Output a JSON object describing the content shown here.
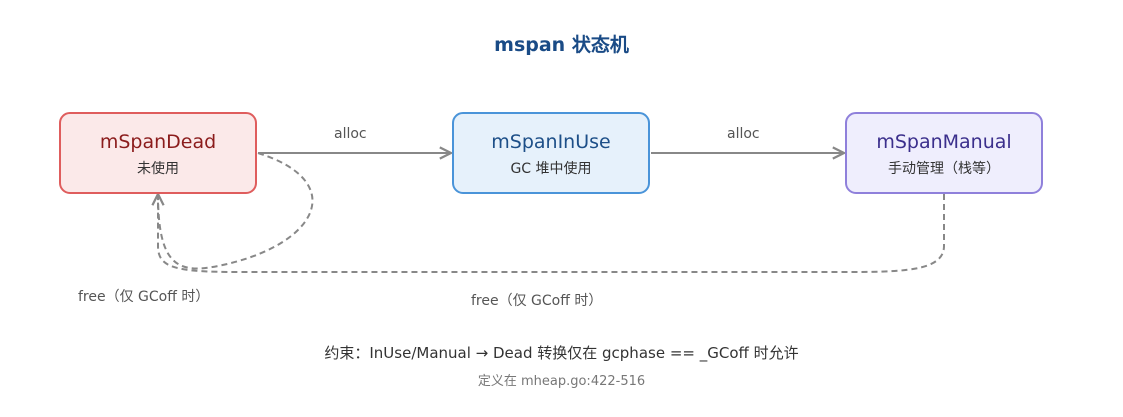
{
  "title": "mspan 状态机",
  "nodes": {
    "dead": {
      "name": "mSpanDead",
      "desc": "未使用"
    },
    "inuse": {
      "name": "mSpanInUse",
      "desc": "GC 堆中使用"
    },
    "manual": {
      "name": "mSpanManual",
      "desc": "手动管理（栈等）"
    }
  },
  "edges": {
    "dead_to_inuse": "alloc",
    "inuse_to_manual": "alloc",
    "inuse_free": "free（仅 GCoff 时）",
    "manual_free": "free（仅 GCoff 时）"
  },
  "notes": {
    "constraint": "约束：InUse/Manual → Dead 转换仅在 gcphase == _GCoff 时允许",
    "source": "定义在 mheap.go:422-516"
  },
  "colors": {
    "dead_border": "#df5d5d",
    "dead_fill": "#fbe9e9",
    "inuse_border": "#4a94d9",
    "inuse_fill": "#e6f1fb",
    "manual_border": "#8f80db",
    "manual_fill": "#efeefd",
    "edge": "#888888"
  }
}
